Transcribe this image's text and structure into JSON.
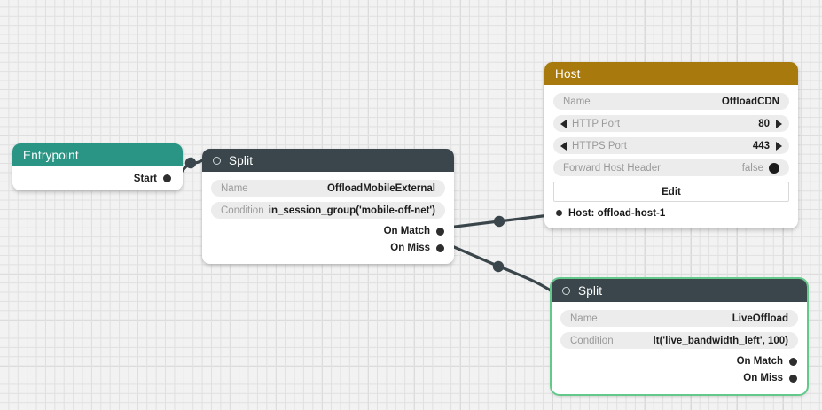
{
  "canvas": {
    "background_color": "#f2f2f2",
    "grid_minor_color": "#e0e0e0",
    "grid_major_color": "#d6d6d6"
  },
  "colors": {
    "header_dark": "#3a464b",
    "header_teal": "#2a9584",
    "header_amber": "#a87a0e",
    "selection_green": "#63c98b",
    "edge_color": "#3a464b"
  },
  "nodes": [
    {
      "id": "entrypoint",
      "title": "Entrypoint",
      "header_color": "#2a9584",
      "selected": false,
      "outputs": [
        {
          "label": "Start"
        }
      ]
    },
    {
      "id": "split-1",
      "title": "Split",
      "header_color": "#3a464b",
      "header_icon": "ring-icon",
      "selected": false,
      "fields": [
        {
          "label": "Name",
          "value": "OffloadMobileExternal"
        },
        {
          "label": "Condition",
          "value": "in_session_group('mobile-off-net')"
        }
      ],
      "outputs": [
        {
          "label": "On Match"
        },
        {
          "label": "On Miss"
        }
      ]
    },
    {
      "id": "host",
      "title": "Host",
      "header_color": "#a87a0e",
      "selected": false,
      "fields": [
        {
          "label": "Name",
          "value": "OffloadCDN"
        },
        {
          "label": "HTTP Port",
          "value": "80",
          "stepper": true
        },
        {
          "label": "HTTPS Port",
          "value": "443",
          "stepper": true
        },
        {
          "label": "Forward Host Header",
          "value": "false",
          "toggle": true
        }
      ],
      "button": {
        "label": "Edit"
      },
      "instance": {
        "label": "Host: offload-host-1"
      }
    },
    {
      "id": "split-2",
      "title": "Split",
      "header_color": "#3a464b",
      "header_icon": "ring-icon",
      "selected": true,
      "fields": [
        {
          "label": "Name",
          "value": "LiveOffload"
        },
        {
          "label": "Condition",
          "value": "lt('live_bandwidth_left', 100)"
        }
      ],
      "outputs": [
        {
          "label": "On Match"
        },
        {
          "label": "On Miss"
        }
      ]
    }
  ],
  "edges": [
    {
      "id": "entrypoint-to-split1",
      "from": "entrypoint.Start",
      "to": "split-1.input"
    },
    {
      "id": "split1-match-to-host",
      "from": "split-1.On Match",
      "to": "host.input"
    },
    {
      "id": "split1-miss-to-split2",
      "from": "split-1.On Miss",
      "to": "split-2.input"
    }
  ]
}
